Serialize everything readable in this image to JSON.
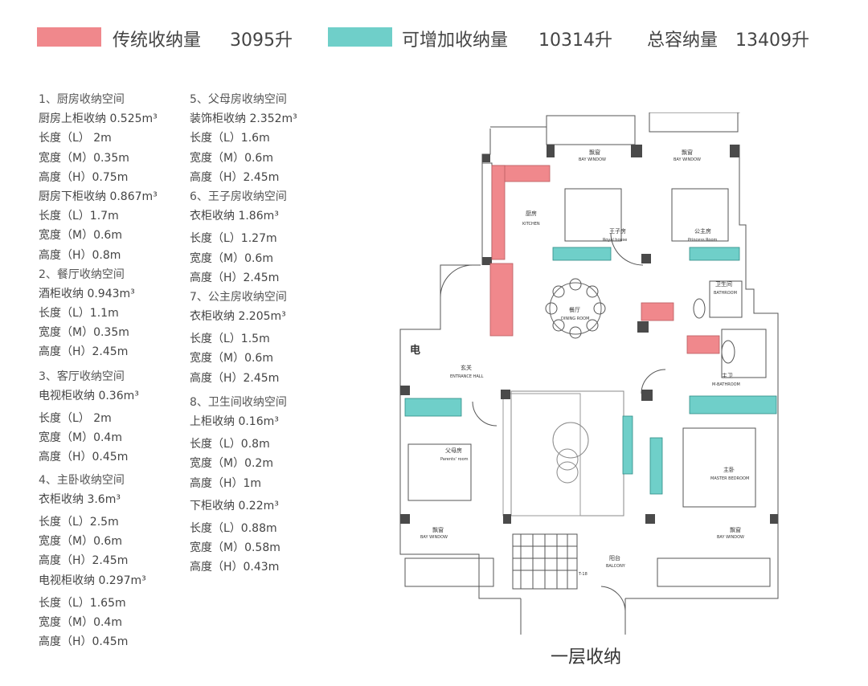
{
  "legend": {
    "traditional": {
      "label": "传统收纳量",
      "value": "3095升",
      "color": "#f0888c"
    },
    "additional": {
      "label": "可增加收纳量",
      "value": "10314升",
      "color": "#6fcfc9"
    },
    "total": {
      "label": "总容纳量",
      "value": "13409升"
    }
  },
  "specs_left": [
    "1、厨房收纳空间",
    "厨房上柜收纳 0.525m³",
    "长度（L） 2m",
    "宽度（M）0.35m",
    "高度（H）0.75m",
    "厨房下柜收纳 0.867m³",
    "长度（L）1.7m",
    "宽度（M）0.6m",
    "高度（H）0.8m",
    "2、餐厅收纳空间",
    "酒柜收纳 0.943m³",
    "长度（L）1.1m",
    "宽度（M）0.35m",
    "高度（H）2.45m",
    "3、客厅收纳空间",
    "电视柜收纳 0.36m³",
    "长度（L） 2m",
    "宽度（M）0.4m",
    "高度（H）0.45m",
    "4、主卧收纳空间",
    "衣柜收纳 3.6m³",
    "长度（L）2.5m",
    "宽度（M）0.6m",
    "高度（H）2.45m",
    "电视柜收纳 0.297m³",
    "长度（L）1.65m",
    "宽度（M）0.4m",
    "高度（H）0.45m"
  ],
  "specs_right": [
    "5、父母房收纳空间",
    "装饰柜收纳 2.352m³",
    "长度（L）1.6m",
    "宽度（M）0.6m",
    "高度（H）2.45m",
    "6、王子房收纳空间",
    "衣柜收纳 1.86m³",
    "长度（L）1.27m",
    "宽度（M）0.6m",
    "高度（H）2.45m",
    "7、公主房收纳空间",
    "衣柜收纳 2.205m³",
    "长度（L）1.5m",
    "宽度（M）0.6m",
    "高度（H）2.45m",
    "8、卫生间收纳空间",
    "上柜收纳 0.16m³",
    "长度（L）0.8m",
    "宽度（M）0.2m",
    "高度（H）1m",
    "下柜收纳 0.22m³",
    "长度（L）0.88m",
    "宽度（M）0.58m",
    "高度（H）0.43m"
  ],
  "plan_labels": {
    "bay_window_cn": "飘窗",
    "bay_window_en": "BAY WINDOW",
    "kitchen_cn": "厨房",
    "kitchen_en": "KITCHEN",
    "prince_cn": "王子房",
    "prince_en": "Royal house",
    "princess_cn": "公主房",
    "princess_en": "Princess Room",
    "bathroom_cn": "卫生间",
    "bathroom_en": "BATHROOM",
    "dining_cn": "餐厅",
    "dining_en": "DINING ROOM",
    "elec": "电",
    "entrance_cn": "玄关",
    "entrance_en": "ENTRANCE HALL",
    "master_bath_cn": "主卫",
    "master_bath_en": "M-BATHROOM",
    "parents_cn": "父母房",
    "parents_en": "Parents' room",
    "master_cn": "主卧",
    "master_en": "MASTER BEDROOM",
    "balcony_cn": "阳台",
    "balcony_en": "BALCONY",
    "stair_mark": "T-18"
  },
  "caption": "一层收纳"
}
